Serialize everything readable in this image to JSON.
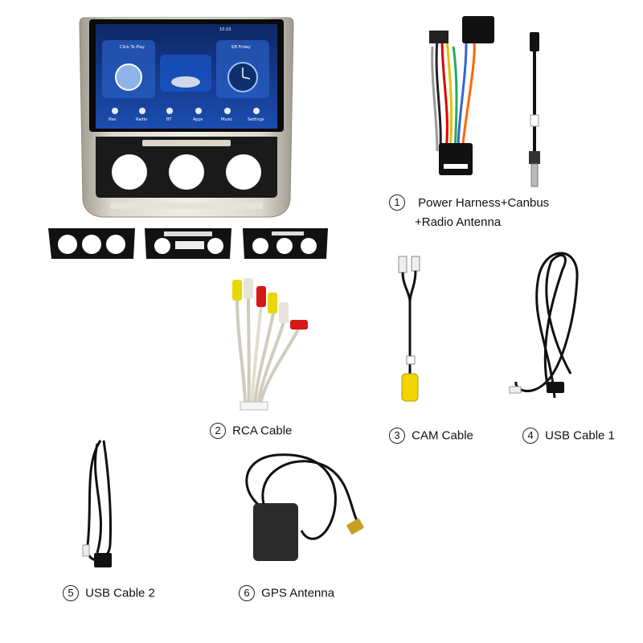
{
  "head_unit": {
    "status_time": "10:10",
    "music_widget": "Click To Play",
    "date_widget": "3/8 Friday",
    "dock": [
      "Nav",
      "Radio",
      "BT",
      "Apps",
      "Music",
      "Settings"
    ]
  },
  "items": [
    {
      "num": "1",
      "label": "Power Harness+Canbus",
      "label2": "+Radio Antenna"
    },
    {
      "num": "2",
      "label": "RCA Cable"
    },
    {
      "num": "3",
      "label": "CAM Cable"
    },
    {
      "num": "4",
      "label": "USB Cable 1"
    },
    {
      "num": "5",
      "label": "USB Cable 2"
    },
    {
      "num": "6",
      "label": "GPS Antenna"
    }
  ],
  "colors": {
    "frame": "#c7c2b6",
    "screen_bg": "#0c2a6b",
    "screen_accent": "#2a7bff",
    "cable": "#111111"
  }
}
